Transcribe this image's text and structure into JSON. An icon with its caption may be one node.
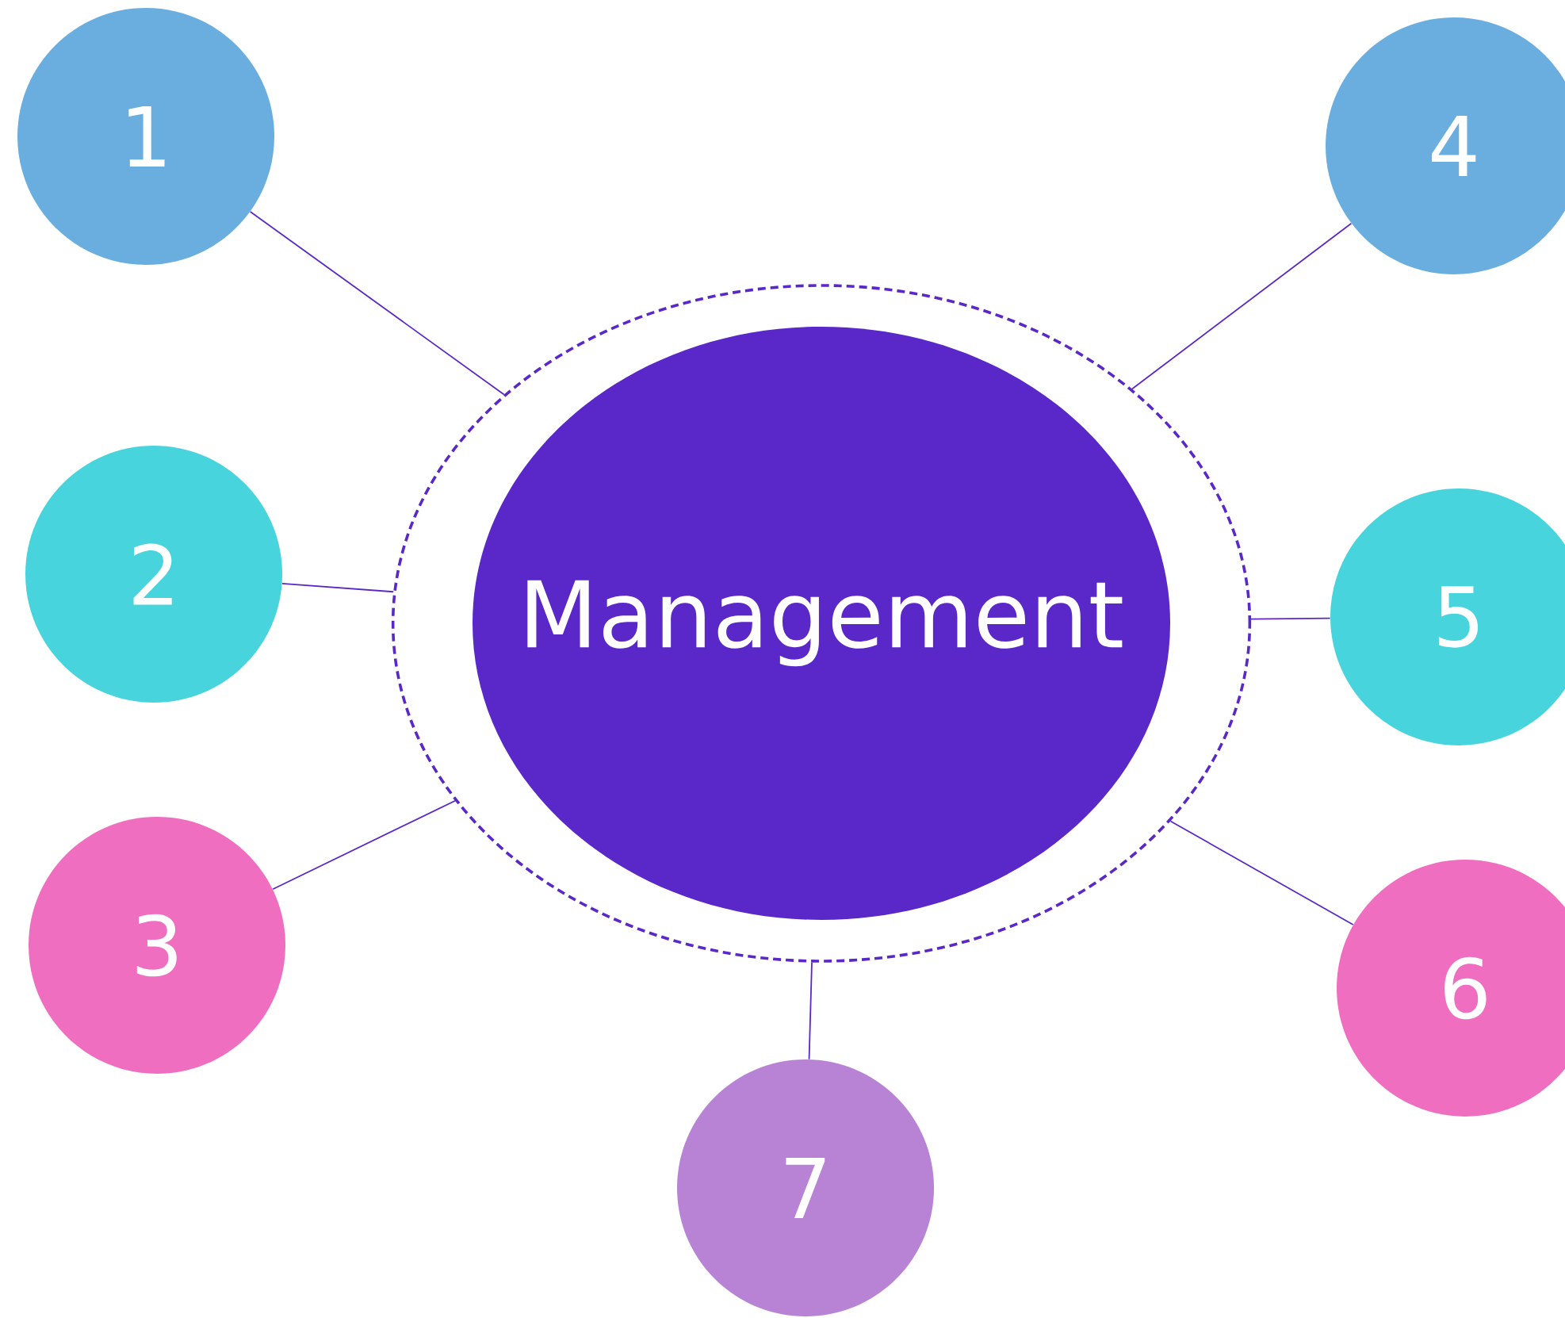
{
  "diagram": {
    "nodes": [
      {
        "text": [
          "Management"
        ]
      },
      {
        "text": [
          "1"
        ]
      },
      {
        "text": [
          "2"
        ]
      },
      {
        "text": [
          "3"
        ]
      },
      {
        "text": [
          "4"
        ]
      },
      {
        "text": [
          "5"
        ]
      },
      {
        "text": [
          "6"
        ]
      },
      {
        "text": [
          "7"
        ]
      }
    ],
    "edges": [
      {
        "from": 0,
        "to": 1,
        "arrow": "none"
      },
      {
        "from": 0,
        "to": 2,
        "arrow": "none"
      },
      {
        "from": 0,
        "to": 3,
        "arrow": "none"
      },
      {
        "from": 0,
        "to": 4,
        "arrow": "none"
      },
      {
        "from": 0,
        "to": 5,
        "arrow": "none"
      },
      {
        "from": 0,
        "to": 6,
        "arrow": "none"
      },
      {
        "from": 0,
        "to": 7,
        "arrow": "none"
      }
    ]
  }
}
